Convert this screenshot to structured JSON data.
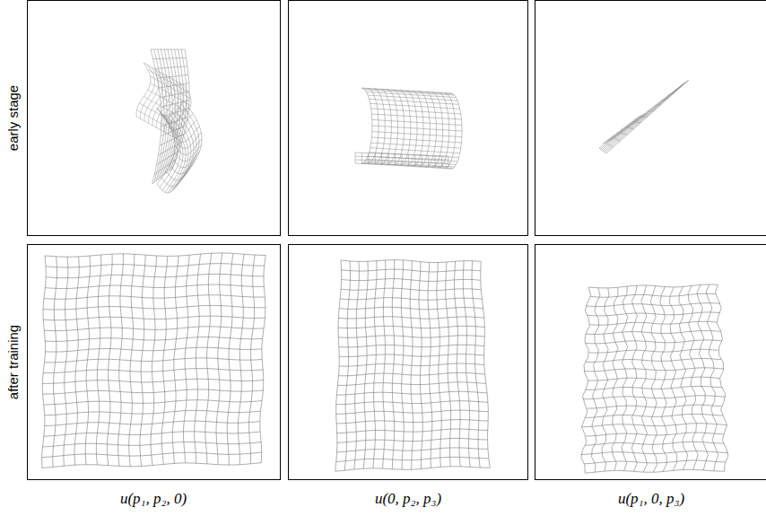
{
  "diagram": {
    "labels": [
      "early stage",
      "after training",
      "u(p₁, p₂, 0)",
      "u(0, p₂, p₃)",
      "u(p₁, 0, p₃)"
    ]
  }
}
